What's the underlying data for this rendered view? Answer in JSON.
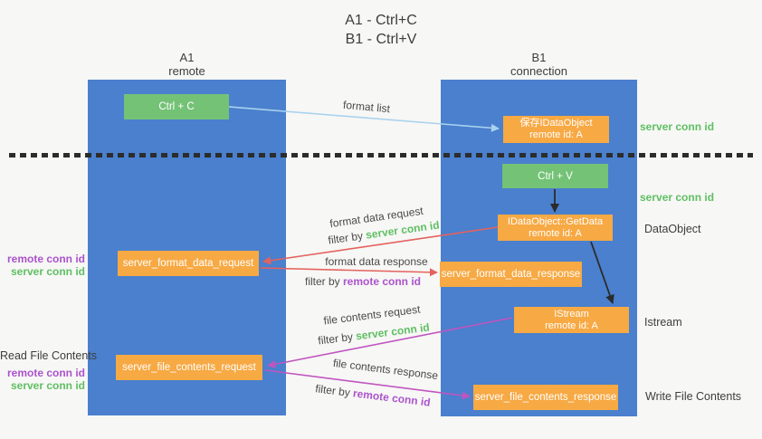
{
  "title": {
    "line1": "A1 - Ctrl+C",
    "line2": "B1 - Ctrl+V"
  },
  "columns": {
    "left": {
      "name": "A1",
      "role": "remote"
    },
    "right": {
      "name": "B1",
      "role": "connection"
    }
  },
  "nodes": {
    "ctrl_c": {
      "label": "Ctrl + C"
    },
    "save_idataobject": {
      "line1": "保存IDataObject",
      "line2": "remote id: A"
    },
    "ctrl_v": {
      "label": "Ctrl + V"
    },
    "getdata": {
      "line1": "IDataObject::GetData",
      "line2": "remote id: A"
    },
    "format_request": {
      "label": "server_format_data_request"
    },
    "format_response": {
      "label": "server_format_data_response"
    },
    "istream": {
      "line1": "IStream",
      "line2": "remote id: A"
    },
    "file_request": {
      "label": "server_file_contents_request"
    },
    "file_response": {
      "label": "server_file_contents_response"
    }
  },
  "flow_labels": {
    "format_list": "format list",
    "format_data_request": "format data request",
    "format_data_response": "format data response",
    "file_contents_request": "file contents request",
    "file_contents_response": "file contents response",
    "filter_by": "filter by ",
    "server_conn_id": "server conn id",
    "remote_conn_id": "remote conn id"
  },
  "side_labels": {
    "right_server_conn_id_top": "server conn id",
    "right_server_conn_id_mid": "server conn id",
    "dataobject": "DataObject",
    "istream": "Istream",
    "write_file_contents": "Write File Contents",
    "left_remote_conn_id_top": "remote conn id",
    "left_server_conn_id_top": "server conn id",
    "read_file_contents": "Read File Contents",
    "left_remote_conn_id_bottom": "remote conn id",
    "left_server_conn_id_bottom": "server conn id"
  },
  "colors": {
    "bg": "#f7f7f5",
    "column-blue": "#4a80cd",
    "box-green": "#74c276",
    "box-orange": "#f7a944",
    "text-dark": "#3d3d3d",
    "label-gray": "#4a4a4a",
    "green-id": "#5fbf63",
    "purple-id": "#ab53cd",
    "arrow-red": "#e4625f",
    "arrow-magenta": "#c055c0",
    "arrow-blue": "#a9d2ef",
    "arrow-black": "#2b2b2b",
    "dotted-line": "#2c2c2c"
  }
}
